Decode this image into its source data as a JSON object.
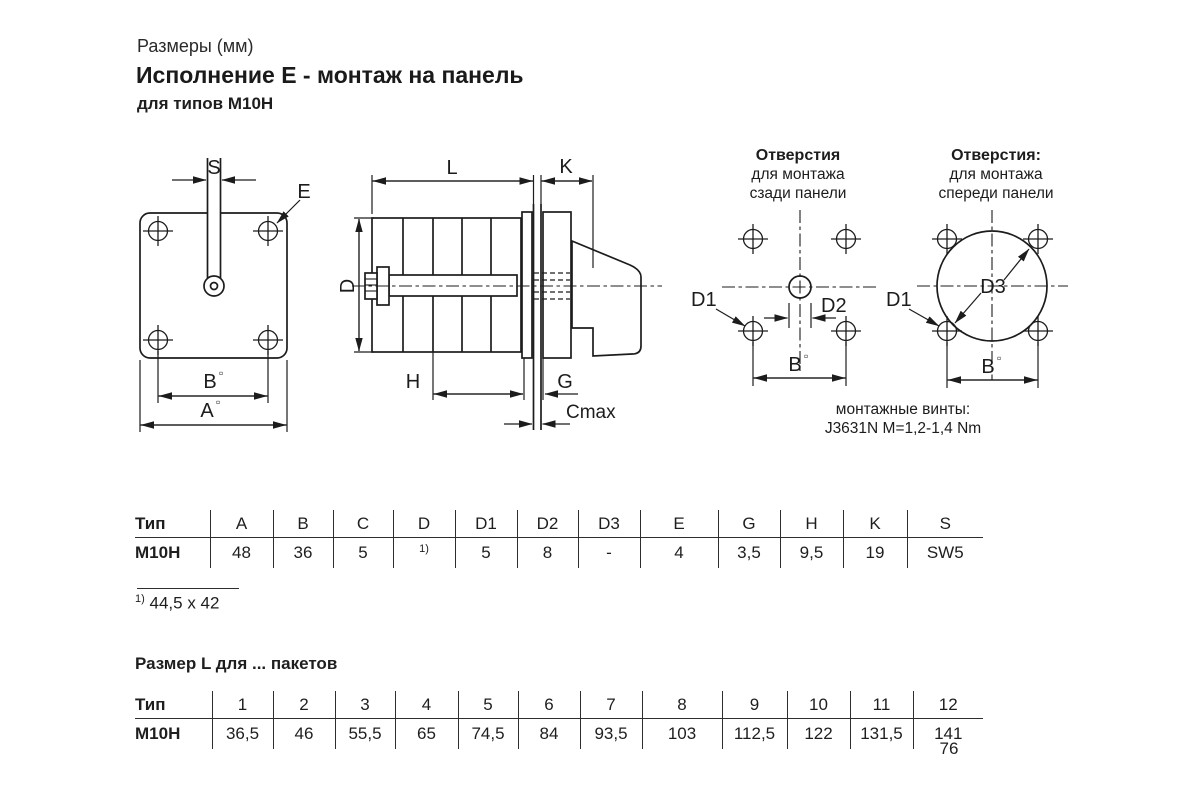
{
  "page": {
    "subtitle": "Размеры (мм)",
    "title": "Исполнение E - монтаж на панель",
    "subheading": "для типов M10H",
    "page_number": "76",
    "ink_color": "#1c1c1c",
    "background_color": "#ffffff"
  },
  "drawing": {
    "sup_square": "▫",
    "front_view": {
      "s": "S",
      "e": "E",
      "b": "B",
      "a": "A"
    },
    "side_view": {
      "l": "L",
      "k": "K",
      "d": "D",
      "h": "H",
      "g": "G",
      "cmax": "Cmax"
    },
    "rear_holes": {
      "title": "Отверстия",
      "sub1": "для монтажа",
      "sub2": "сзади панели",
      "d1": "D1",
      "d2": "D2",
      "b": "B"
    },
    "front_holes": {
      "title": "Отверстия:",
      "sub1": "для монтажа",
      "sub2": "спереди панели",
      "d1": "D1",
      "d3": "D3",
      "b": "B"
    },
    "screws_note_line1": "монтажные винты:",
    "screws_note_line2": "J3631N M=1,2-1,4 Nm"
  },
  "dimension_table": {
    "headers": [
      "Тип",
      "A",
      "B",
      "C",
      "D",
      "D1",
      "D2",
      "D3",
      "E",
      "G",
      "H",
      "K",
      "S"
    ],
    "rows": [
      [
        "M10H",
        "48",
        "36",
        "5",
        {
          "t": "1)",
          "sup": true
        },
        "5",
        "8",
        "-",
        "4",
        "3,5",
        "9,5",
        "19",
        "SW5"
      ]
    ]
  },
  "footnote": {
    "marker": "1)",
    "text": "44,5 x 42"
  },
  "packets_section": {
    "heading": "Размер L для ... пакетов",
    "table": {
      "headers": [
        "Тип",
        "1",
        "2",
        "3",
        "4",
        "5",
        "6",
        "7",
        "8",
        "9",
        "10",
        "11",
        "12"
      ],
      "rows": [
        [
          "M10H",
          "36,5",
          "46",
          "55,5",
          "65",
          "74,5",
          "84",
          "93,5",
          "103",
          "112,5",
          "122",
          "131,5",
          "141"
        ]
      ]
    }
  }
}
